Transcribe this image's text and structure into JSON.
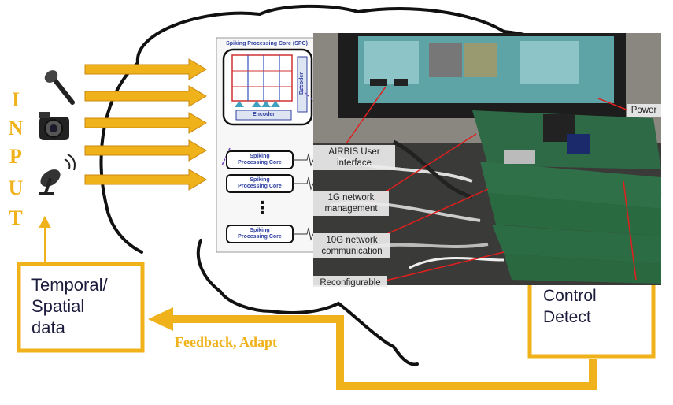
{
  "input": {
    "letters": [
      "I",
      "N",
      "P",
      "U",
      "T"
    ],
    "sources": [
      "microphone-icon",
      "camera-icon",
      "satellite-dish-icon"
    ]
  },
  "data_box": {
    "line1": "Temporal/",
    "line2": "Spatial",
    "line3": "data"
  },
  "feedback": {
    "label": "Feedback, Adapt"
  },
  "control_box": {
    "line1": "Control",
    "line2": "Detect"
  },
  "spc": {
    "title": "Spiking Processing Core (SPC)",
    "encoder": "Encoder",
    "decoder": "Decoder",
    "core_label_line1": "Spiking",
    "core_label_line2": "Processing Core",
    "ellipsis": "⋮"
  },
  "photo": {
    "callouts": {
      "ui_line1": "AIRBIS User",
      "ui_line2": "interface",
      "net1g_line1": "1G network",
      "net1g_line2": "management",
      "net10g_line1": "10G network",
      "net10g_line2": "communication",
      "reconfigurable": "Reconfigurable",
      "power": "Power"
    }
  },
  "colors": {
    "accent": "#f0b21a",
    "callout_line": "#e0201e",
    "brain_outline": "#111111"
  }
}
